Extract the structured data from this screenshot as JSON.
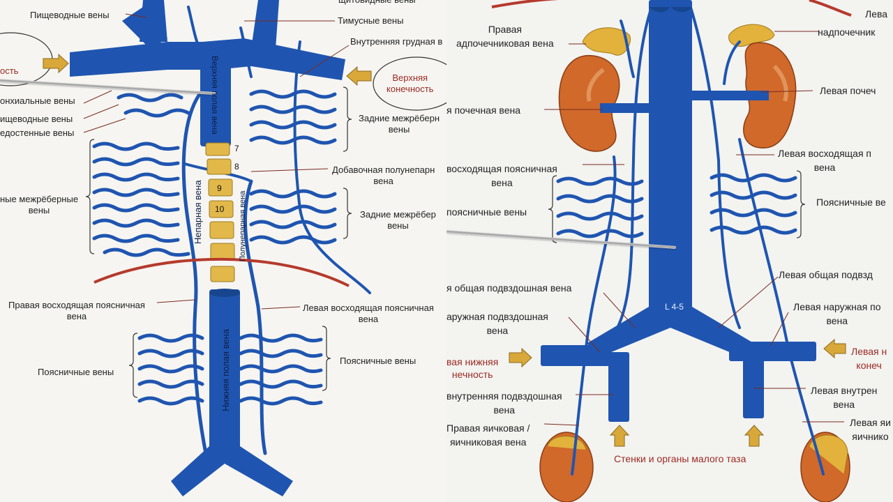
{
  "left": {
    "labels": {
      "esophageal_top": "Пищеводные вены",
      "azygos_top_partial": "щитовидные вены",
      "thymic": "Тимусные вены",
      "internal_thoracic": "Внутренняя грудная в",
      "upper_limb_right_partial": "ость",
      "upper_limb_left": "Верхняя\nконечность",
      "bronchial": "онхиальные вены",
      "esophageal": "ищеводные вены",
      "mediastinal": "едостенные вены",
      "posterior_intercostal_right": "Задние межрёберн\nвены",
      "accessory_hemiazygos": "Добавочная полунепарн\nвена",
      "intercostal_left": "ные межрёберные\nвены",
      "posterior_intercostal_right2": "Задние межрёбер\nвены",
      "right_ascending_lumbar": "Правая восходящая поясничная\nвена",
      "left_ascending_lumbar": "Левая восходящая поясничная\nвена",
      "lumbar_left": "Поясничные вены",
      "lumbar_right": "Поясничные вены",
      "svc": "Верхняя полая вена",
      "azygos": "Непарная вена",
      "hemiazygos": "Полунепарная вена",
      "ivc": "Нижняя полая вена",
      "vertebra_7": "7",
      "vertebra_8": "8",
      "vertebra_9": "9",
      "vertebra_10": "10"
    }
  },
  "right": {
    "labels": {
      "right_adrenal": "Правая\nадпочечниковая вена",
      "left_adrenal_top": "Лева",
      "left_adrenal": "надпочечник",
      "right_renal": "я почечная вена",
      "left_renal": "Левая почеч",
      "left_ascending_lumbar": "Левая восходящая п\nвена",
      "right_ascending_lumbar": "восходящая поясничная\nвена",
      "lumbar_left": "поясничные вены",
      "lumbar_right": "Поясничные ве",
      "right_common_iliac": "я общая подвздошная вена",
      "left_common_iliac": "Левая общая подвзд",
      "vertebra_l45": "L 4-5",
      "left_external_iliac": "Левая наружная по\nвена",
      "right_external_iliac": "аружная подвздошная\nвена",
      "right_lower_limb": "вая нижняя\nнечность",
      "left_lower_limb": "Левая н\nконеч",
      "right_internal_iliac": "внутренняя подвздошная\nвена",
      "left_internal_iliac": "Левая внутрен\nвена",
      "right_gonadal": "Правая яичковая /\nяичниковая вена",
      "left_gonadal": "Левая яи\nяичнико",
      "pelvis": "Стенки и органы малого таза"
    }
  },
  "colors": {
    "vein": "#1f55b0",
    "vein_dark": "#17468f",
    "artery": "#b53a2c",
    "vertebra": "#e2b84a",
    "kidney": "#d0692a",
    "adrenal": "#e3b23c",
    "arrow": "#d9a83a",
    "label_red": "#9b2a22"
  }
}
